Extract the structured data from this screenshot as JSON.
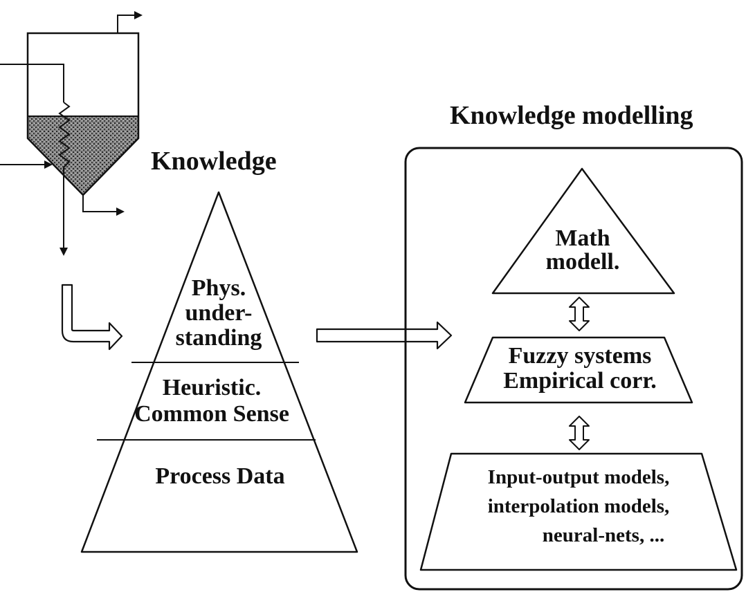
{
  "left_title": "Knowledge",
  "right_title": "Knowledge modelling",
  "knowledge_pyramid": {
    "layers": [
      [
        "Phys.",
        "under-",
        "standing"
      ],
      [
        "Heuristic.",
        "Common Sense"
      ],
      [
        "Process Data"
      ]
    ]
  },
  "modelling_stack": {
    "top": [
      "Math",
      "modell."
    ],
    "middle": [
      "Fuzzy systems",
      "Empirical corr."
    ],
    "bottom": [
      "Input-output models,",
      "interpolation models,",
      "neural-nets, ..."
    ]
  },
  "colors": {
    "ink": "#111111",
    "liquid": "#5a5a5a",
    "background": "#ffffff"
  }
}
